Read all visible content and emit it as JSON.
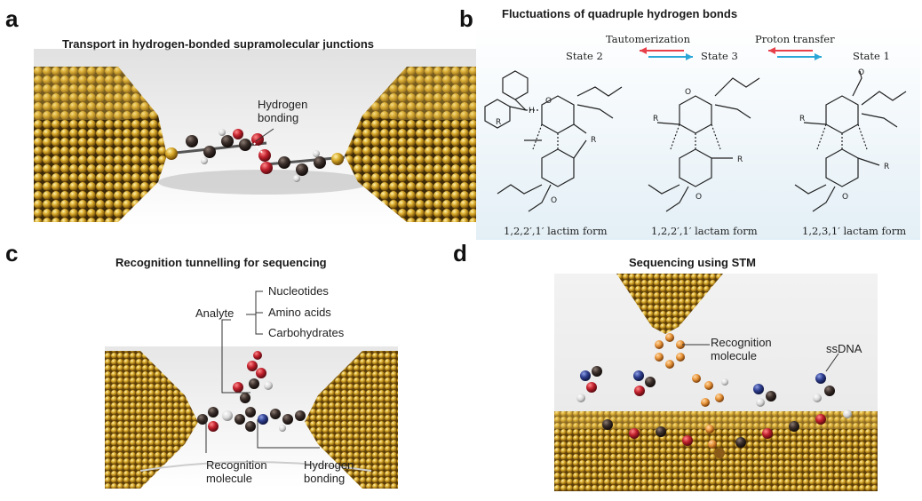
{
  "panels": {
    "a": {
      "letter": "a",
      "title": "Transport in hydrogen-bonded supramolecular junctions",
      "hbond_label_line1": "Hydrogen",
      "hbond_label_line2": "bonding"
    },
    "b": {
      "letter": "b",
      "title": "Fluctuations of quadruple hydrogen bonds",
      "process_tautomerization": "Tautomerization",
      "process_proton_transfer": "Proton transfer",
      "state2": "State 2",
      "state3": "State 3",
      "state1": "State 1",
      "form_left": "1,2,2′,1′ lactim form",
      "form_mid": "1,2,2′,1′ lactam form",
      "form_right": "1,2,3,1′ lactam form",
      "colors": {
        "arrow_red": "#e8404a",
        "arrow_blue": "#2aa7d6",
        "background": "#eef5f9"
      }
    },
    "c": {
      "letter": "c",
      "title": "Recognition tunnelling for sequencing",
      "analyte": "Analyte",
      "analytes": [
        "Nucleotides",
        "Amino acids",
        "Carbohydrates"
      ],
      "recognition_line1": "Recognition",
      "recognition_line2": "molecule",
      "hbond_line1": "Hydrogen",
      "hbond_line2": "bonding"
    },
    "d": {
      "letter": "d",
      "title": "Sequencing using STM",
      "recognition_line1": "Recognition",
      "recognition_line2": "molecule",
      "ssdna": "ssDNA"
    }
  },
  "colors": {
    "gold": "#c9a227",
    "gold_dark": "#6b4a10",
    "oxygen": "#b3202c",
    "carbon": "#3a2e2a",
    "hydrogen": "#e6e6e6",
    "nitrogen": "#2f3f8f"
  }
}
